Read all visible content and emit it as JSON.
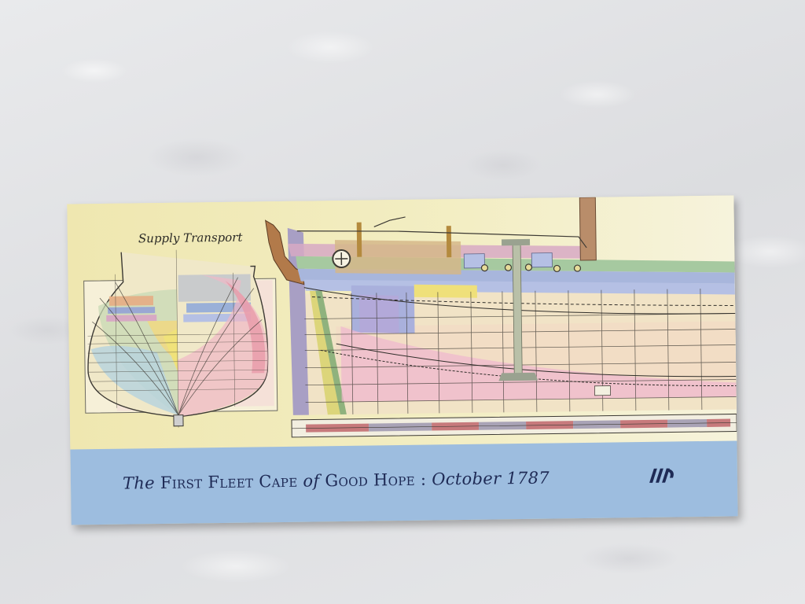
{
  "image": {
    "subject": "first-fleet-stamp-booklet",
    "background": "white-textured-cloth"
  },
  "drawing": {
    "caption": "Supply Transport"
  },
  "banner": {
    "title_the": "The",
    "title_first_fleet": "First Fleet",
    "title_cape": "Cape",
    "title_of": "of",
    "title_good_hope": "Good Hope",
    "title_sep": ":",
    "title_date": "October 1787",
    "logo_icon": "australia-post-icon"
  },
  "colors": {
    "banner_blue": "#9dbddf",
    "paper_cream": "#f1ebb9",
    "ink_navy": "#1e2a55"
  }
}
